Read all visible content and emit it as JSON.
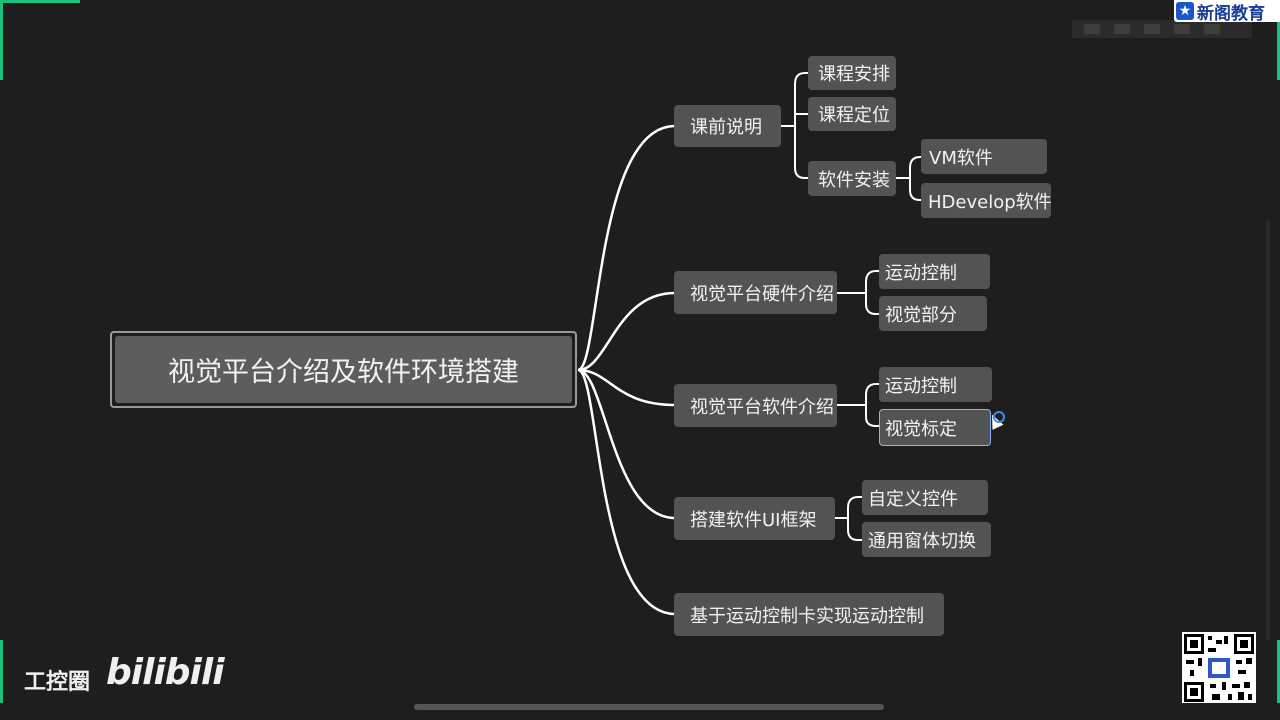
{
  "mindmap": {
    "root": "视觉平台介绍及软件环境搭建",
    "branches": [
      {
        "label": "课前说明",
        "children": [
          {
            "label": "课程安排"
          },
          {
            "label": "课程定位"
          },
          {
            "label": "软件安装",
            "children": [
              {
                "label": "VM软件"
              },
              {
                "label": "HDevelop软件"
              }
            ]
          }
        ]
      },
      {
        "label": "视觉平台硬件介绍",
        "children": [
          {
            "label": "运动控制"
          },
          {
            "label": "视觉部分"
          }
        ]
      },
      {
        "label": "视觉平台软件介绍",
        "children": [
          {
            "label": "运动控制"
          },
          {
            "label": "视觉标定"
          }
        ]
      },
      {
        "label": "搭建软件UI框架",
        "children": [
          {
            "label": "自定义控件"
          },
          {
            "label": "通用窗体切换"
          }
        ]
      },
      {
        "label": "基于运动控制卡实现运动控制"
      }
    ]
  },
  "brand": {
    "star": "★",
    "text": "新阁教育"
  },
  "watermark": {
    "text": "工控圈",
    "logo": "bilibili"
  },
  "colors": {
    "background": "#1e1e1e",
    "node": "#535353",
    "line": "#ffffff",
    "accent": "#19c37d",
    "brand": "#1a56c7"
  }
}
